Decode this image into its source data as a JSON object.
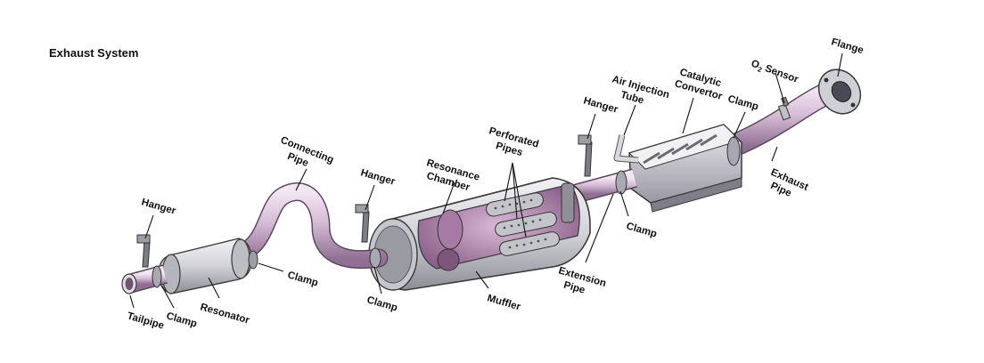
{
  "title": "Exhaust System",
  "colors": {
    "pipe": "#d9c2d9",
    "pipe_dark": "#8c6f8f",
    "metal": "#c9c9cf",
    "interior": "#b58bb3",
    "outline": "#3a3a3a"
  },
  "labels": {
    "flange": "Flange",
    "o2_sensor_main": "O",
    "o2_sensor_sub": "2",
    "o2_sensor_rest": " Sensor",
    "air_injection_1": "Air Injection",
    "air_injection_2": "Tube",
    "catalytic_1": "Catalytic",
    "catalytic_2": "Convertor",
    "clamp_cat": "Clamp",
    "hanger_front": "Hanger",
    "exhaust_pipe_1": "Exhaust",
    "exhaust_pipe_2": "Pipe",
    "clamp_ext": "Clamp",
    "extension_1": "Extension",
    "extension_2": "Pipe",
    "perforated_1": "Perforated",
    "perforated_2": "Pipes",
    "resonance_1": "Resonance",
    "resonance_2": "Chamber",
    "muffler": "Muffler",
    "hanger_mid": "Hanger",
    "connecting_1": "Connecting",
    "connecting_2": "Pipe",
    "clamp_muffler": "Clamp",
    "clamp_resonator_out": "Clamp",
    "hanger_rear": "Hanger",
    "resonator": "Resonator",
    "clamp_tail": "Clamp",
    "tailpipe": "Tailpipe"
  }
}
